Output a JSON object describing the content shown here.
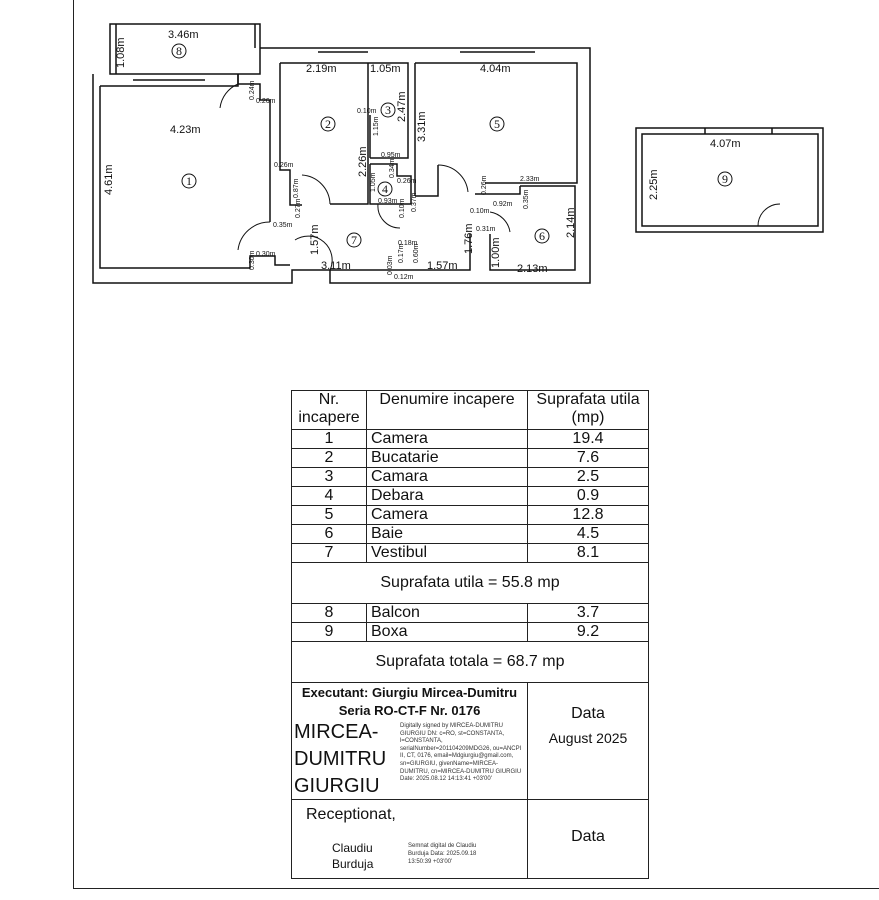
{
  "floorplan": {
    "dimensions": [
      "3.46m",
      "1.08m",
      "2.19m",
      "1.05m",
      "4.04m",
      "4.23m",
      "4.61m",
      "2.47m",
      "3.31m",
      "2.26m",
      "1.15m",
      "0.95m",
      "0.10m",
      "0.24m",
      "0.26m",
      "0.26m",
      "0.87m",
      "0.27m",
      "0.35m",
      "1.05m",
      "0.34m",
      "0.26m",
      "0.93m",
      "0.10m",
      "0.37m",
      "2.33m",
      "0.26m",
      "0.35m",
      "0.92m",
      "0.10m",
      "0.31m",
      "1.76m",
      "2.14m",
      "1.00m",
      "1.57m",
      "3.11m",
      "0.30m",
      "0.30m",
      "0.18m",
      "0.17m",
      "0.60m",
      "0.03m",
      "0.12m",
      "1.57m",
      "2.13m",
      "4.07m",
      "2.25m"
    ],
    "room_numbers": [
      "1",
      "2",
      "3",
      "4",
      "5",
      "6",
      "7",
      "8",
      "9"
    ]
  },
  "legend": {
    "headers": [
      "Nr. incapere",
      "Denumire incapere",
      "Suprafata utila (mp)"
    ],
    "rows": [
      {
        "nr": "1",
        "name": "Camera",
        "area": "19.4"
      },
      {
        "nr": "2",
        "name": "Bucatarie",
        "area": "7.6"
      },
      {
        "nr": "3",
        "name": "Camara",
        "area": "2.5"
      },
      {
        "nr": "4",
        "name": "Debara",
        "area": "0.9"
      },
      {
        "nr": "5",
        "name": "Camera",
        "area": "12.8"
      },
      {
        "nr": "6",
        "name": "Baie",
        "area": "4.5"
      },
      {
        "nr": "7",
        "name": "Vestibul",
        "area": "8.1"
      }
    ],
    "useful_total": "Suprafata utila = 55.8 mp",
    "extra_rows": [
      {
        "nr": "8",
        "name": "Balcon",
        "area": "3.7"
      },
      {
        "nr": "9",
        "name": "Boxa",
        "area": "9.2"
      }
    ],
    "grand_total": "Suprafata totala = 68.7 mp"
  },
  "signature": {
    "executant": "Executant: Giurgiu Mircea-Dumitru",
    "series": "Seria RO-CT-F Nr. 0176",
    "name_lines": [
      "MIRCEA-",
      "DUMITRU",
      "GIURGIU"
    ],
    "digital_text": "Digitally signed by MIRCEA-DUMITRU GIURGIU DN: c=RO, st=CONSTANTA, l=CONSTANTA, serialNumber=201104209MDG26, ou=ANCPI II, CT, 0176, email=Mdgiurgiu@gmail.com, sn=GIURGIU, givenName=MIRCEA-DUMITRU, cn=MIRCEA-DUMITRU GIURGIU Date: 2025.08.12 14:13:41 +03'00'",
    "date_label": "Data",
    "date_value": "August 2025",
    "received": "Receptionat,",
    "receiver_lines": [
      "Claudiu",
      "Burduja"
    ],
    "receiver_digital": "Semnat digital de Claudiu Burduja Data: 2025.09.18 13:50:39 +03'00'",
    "date_label2": "Data"
  }
}
